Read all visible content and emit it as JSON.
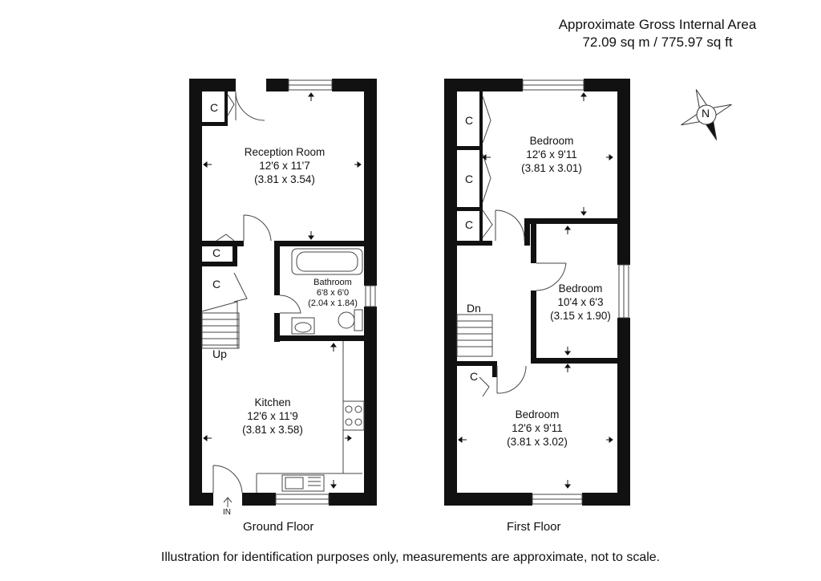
{
  "area": {
    "title": "Approximate Gross Internal Area",
    "value": "72.09 sq m / 775.97 sq ft"
  },
  "compass": {
    "letter": "N",
    "icon": "north-compass-icon"
  },
  "ground_floor": {
    "name": "Ground Floor",
    "rooms": {
      "reception": {
        "name": "Reception Room",
        "imperial": "12'6 x 11'7",
        "metric": "(3.81 x 3.54)"
      },
      "bathroom": {
        "name": "Bathroom",
        "imperial": "6'8 x 6'0",
        "metric": "(2.04 x 1.84)"
      },
      "kitchen": {
        "name": "Kitchen",
        "imperial": "12'6 x 11'9",
        "metric": "(3.81 x 3.58)"
      }
    },
    "cupboards": [
      "C",
      "C",
      "C"
    ],
    "stairs_label": "Up",
    "entrance_label": "IN"
  },
  "first_floor": {
    "name": "First Floor",
    "rooms": {
      "bedroom1": {
        "name": "Bedroom",
        "imperial": "12'6 x 9'11",
        "metric": "(3.81 x 3.01)"
      },
      "bedroom2": {
        "name": "Bedroom",
        "imperial": "10'4 x 6'3",
        "metric": "(3.15 x 1.90)"
      },
      "bedroom3": {
        "name": "Bedroom",
        "imperial": "12'6 x 9'11",
        "metric": "(3.81 x 3.02)"
      }
    },
    "cupboards": [
      "C",
      "C",
      "C",
      "C"
    ],
    "stairs_label": "Dn"
  },
  "disclaimer": "Illustration for identification purposes only, measurements are approximate, not to scale.",
  "colors": {
    "wall": "#111111",
    "line": "#444444",
    "background": "#ffffff"
  }
}
